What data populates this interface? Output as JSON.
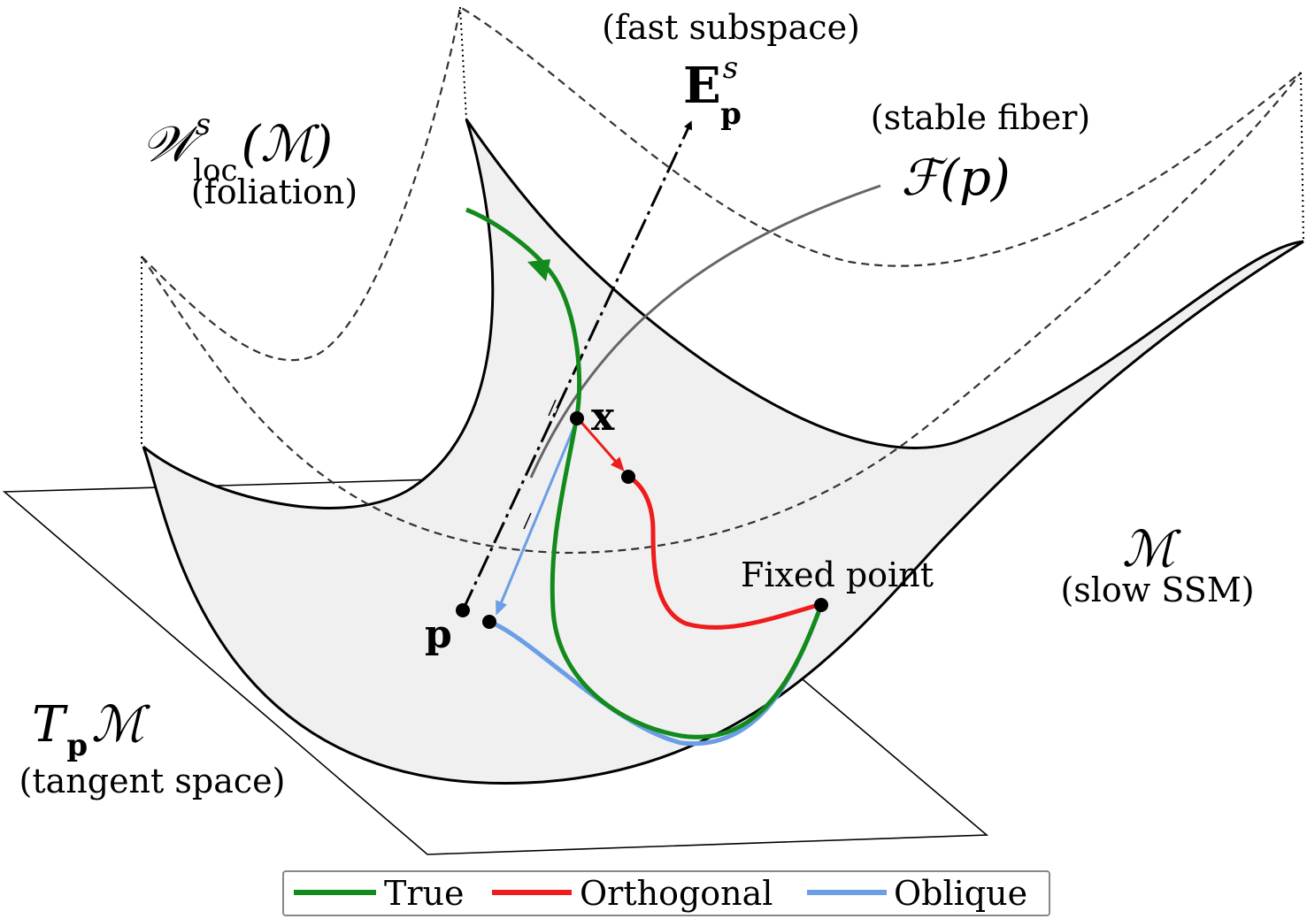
{
  "labels": {
    "fast_subspace": "(fast subspace)",
    "E_base": "E",
    "E_sup": "s",
    "E_sub": "p",
    "W_base": "𝒲",
    "W_sup": "s",
    "W_sub": "loc",
    "W_arg": "(ℳ)",
    "foliation": "(foliation)",
    "stable_fiber": "(stable fiber)",
    "F_p": "ℱ(p)",
    "x": "x",
    "p": "p",
    "fixed_point": "Fixed point",
    "M": "ℳ",
    "slow_ssm": "(slow SSM)",
    "T_base": "T",
    "T_sub": "p",
    "T_arg": "ℳ",
    "tangent_space": "(tangent space)"
  },
  "legend": [
    {
      "label": "True",
      "color": "#138a1c"
    },
    {
      "label": "Orthogonal",
      "color": "#ee1c1c"
    },
    {
      "label": "Oblique",
      "color": "#6b9ee6"
    }
  ],
  "colors": {
    "surface_fill": "#f0f0f0",
    "true": "#138a1c",
    "orthogonal": "#ee1c1c",
    "oblique": "#6b9ee6",
    "fiber": "#666666"
  }
}
